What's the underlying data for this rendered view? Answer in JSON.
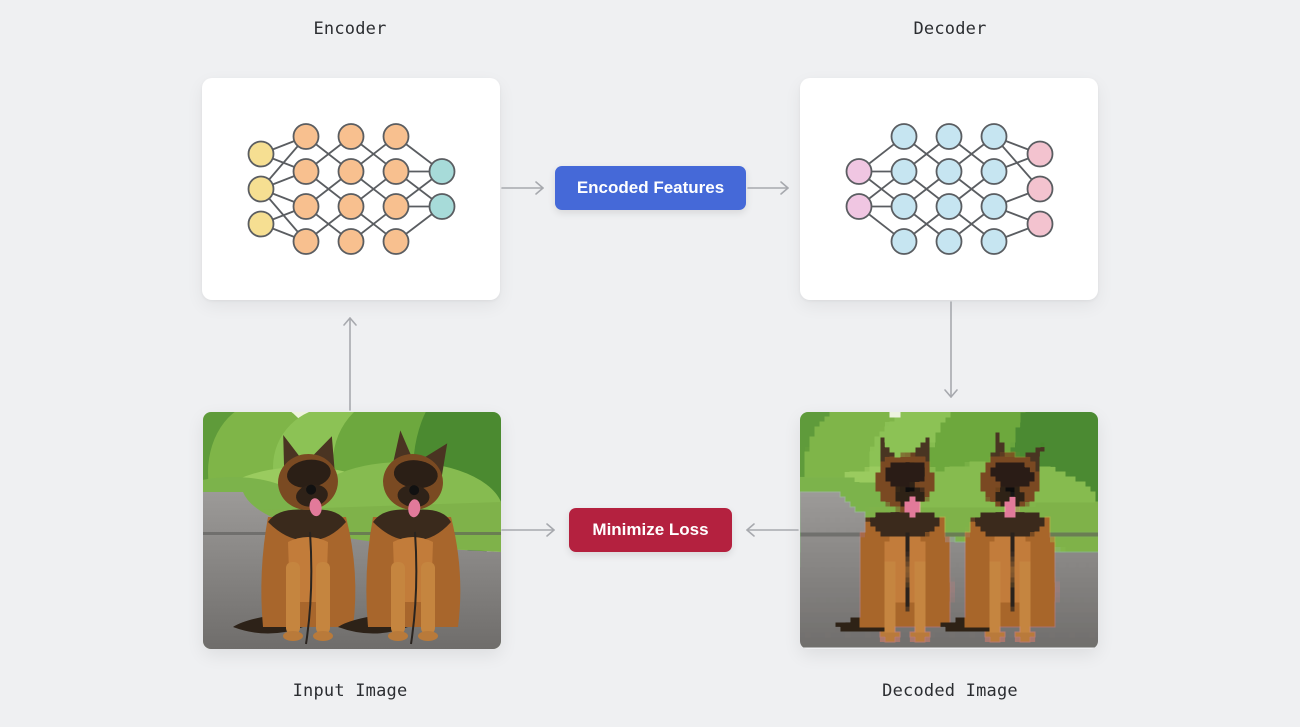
{
  "labels": {
    "encoder": "Encoder",
    "decoder": "Decoder",
    "input_image": "Input Image",
    "decoded_image": "Decoded Image"
  },
  "nodes": {
    "encoded_features": "Encoded Features",
    "minimize_loss": "Minimize Loss"
  },
  "colors": {
    "background": "#eff0f2",
    "encoded_features": "#4569d8",
    "minimize_loss": "#b4213f",
    "encoder_input_neuron": "#f6df92",
    "encoder_hidden_neuron": "#f8c08f",
    "encoder_output_neuron": "#a7dbd9",
    "decoder_input_neuron": "#f0c6e2",
    "decoder_hidden_neuron": "#c6e5f1",
    "decoder_output_neuron": "#f3c3cf",
    "neuron_stroke": "#5a5d61",
    "arrow": "#a7a9ae"
  },
  "networks": {
    "encoder": {
      "layers": [
        3,
        4,
        4,
        4,
        2
      ]
    },
    "decoder": {
      "layers": [
        2,
        4,
        4,
        4,
        3
      ]
    }
  },
  "images": {
    "input": {
      "description": "Two German Shepherd dogs sitting on a paved path with trees behind",
      "pixelated": false
    },
    "decoded": {
      "description": "Reconstructed photo of the same two German Shepherds, slightly pixelated",
      "pixelated": true
    }
  },
  "flow": [
    {
      "from": "Input Image",
      "to": "Encoder"
    },
    {
      "from": "Encoder",
      "to": "Encoded Features"
    },
    {
      "from": "Encoded Features",
      "to": "Decoder"
    },
    {
      "from": "Decoder",
      "to": "Decoded Image"
    },
    {
      "from": "Input Image",
      "to": "Minimize Loss"
    },
    {
      "from": "Decoded Image",
      "to": "Minimize Loss"
    }
  ]
}
